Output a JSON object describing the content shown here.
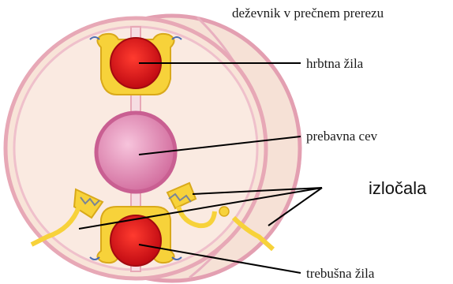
{
  "title": "deževnik v prečnem prerezu",
  "labels": {
    "dorsal_vessel": "hrbtna žila",
    "gut": "prebavna cev",
    "nephridia": "izločala",
    "ventral_vessel": "trebušna žila"
  },
  "colors": {
    "body_fill": "#f8e4d8",
    "body_wall": "#e7a8b6",
    "septum": "#f3d2d6",
    "vessel_red": "#d9141a",
    "vessel_yellow": "#f7d23a",
    "gut_pink": "#e58fb6",
    "leader_line": "#000000"
  }
}
